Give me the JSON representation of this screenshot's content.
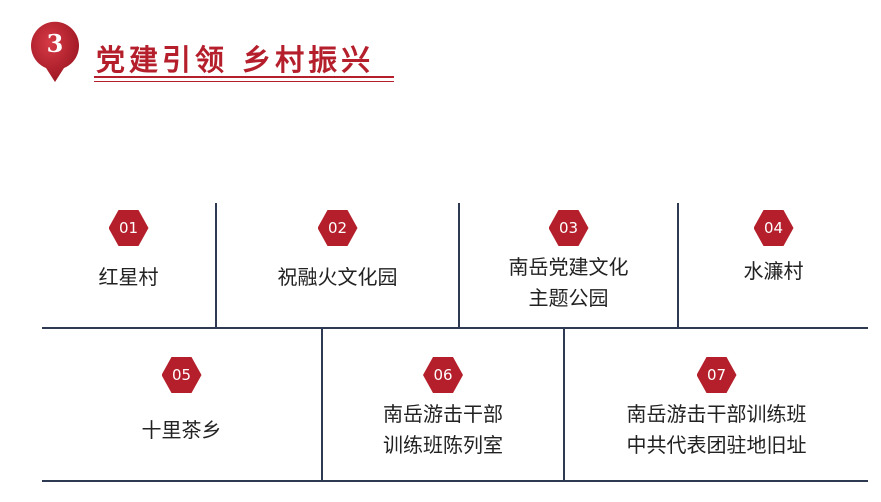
{
  "section": {
    "number": "3",
    "title": "党建引领  乡村振兴",
    "accent_color": "#b41f2b",
    "line_color": "#2d3a52"
  },
  "row1": [
    {
      "num": "01",
      "lines": [
        "红星村"
      ]
    },
    {
      "num": "02",
      "lines": [
        "祝融火文化园"
      ]
    },
    {
      "num": "03",
      "lines": [
        "南岳党建文化",
        "主题公园"
      ]
    },
    {
      "num": "04",
      "lines": [
        "水濂村"
      ]
    }
  ],
  "row2": [
    {
      "num": "05",
      "lines": [
        "十里茶乡"
      ]
    },
    {
      "num": "06",
      "lines": [
        "南岳游击干部",
        "训练班陈列室"
      ]
    },
    {
      "num": "07",
      "lines": [
        "南岳游击干部训练班",
        "中共代表团驻地旧址"
      ]
    }
  ]
}
